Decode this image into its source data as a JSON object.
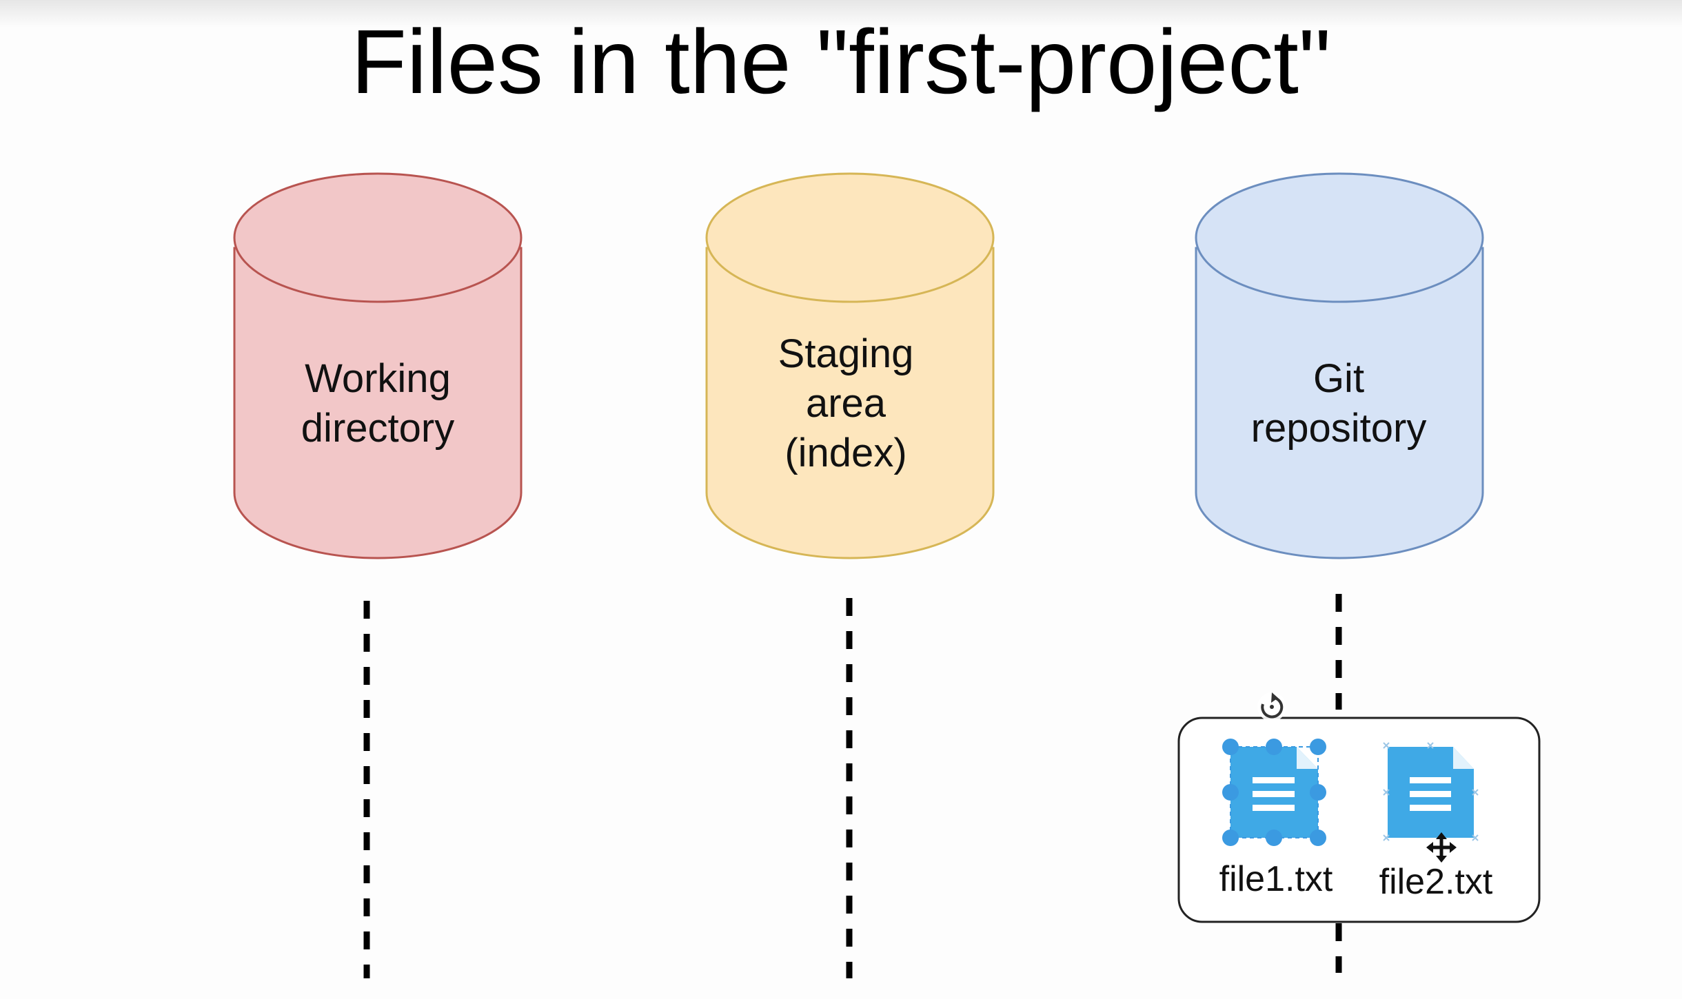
{
  "slide": {
    "title": "Files in the \"first-project\""
  },
  "diagram": {
    "stores": [
      {
        "id": "working-directory",
        "lines": [
          "Working",
          "directory"
        ],
        "fill": "#f2c7c8",
        "stroke": "#b85450"
      },
      {
        "id": "staging-area",
        "lines": [
          "Staging",
          "area",
          "(index)"
        ],
        "fill": "#fde6bd",
        "stroke": "#d6b656"
      },
      {
        "id": "git-repository",
        "lines": [
          "Git",
          "repository"
        ],
        "fill": "#d6e3f6",
        "stroke": "#6c8ebf"
      }
    ],
    "files_container": {
      "files": [
        {
          "name": "file1.txt",
          "selected": true
        },
        {
          "name": "file2.txt",
          "selected": false
        }
      ]
    },
    "icon_color": "#3fa9e6",
    "selection_handle_color": "#3b9ae1"
  },
  "cursor": {
    "rotate_handle_icon": "rotate-icon",
    "move_cursor_icon": "move-cursor-icon"
  }
}
